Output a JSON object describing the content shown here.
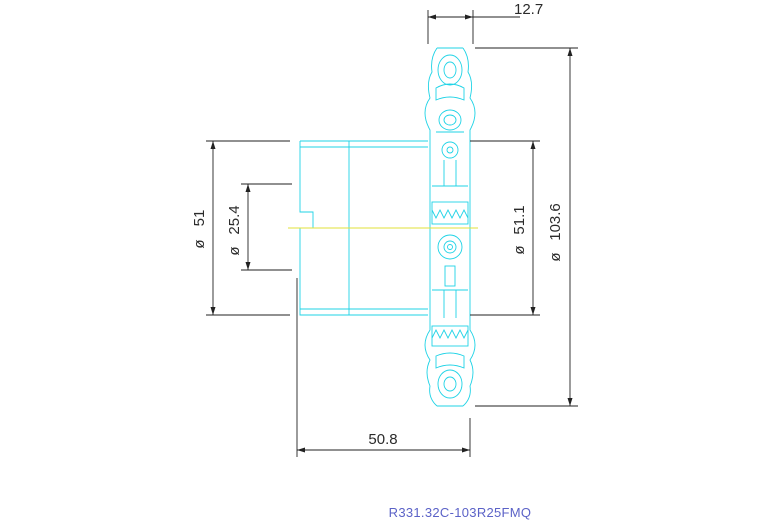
{
  "dimensions": {
    "top_width": "12.7",
    "total_height": "103.6",
    "bore_outer": "51.1",
    "body_diameter": "51",
    "shank_diameter": "25.4",
    "body_length": "50.8",
    "diameter_symbol": "ø"
  },
  "part_number": "R331.32C-103R25FMQ",
  "colors": {
    "outline": "#1fd3e6",
    "dimension": "#222222",
    "centerline": "#e2e23a",
    "part_number_text": "#5b62c7"
  }
}
